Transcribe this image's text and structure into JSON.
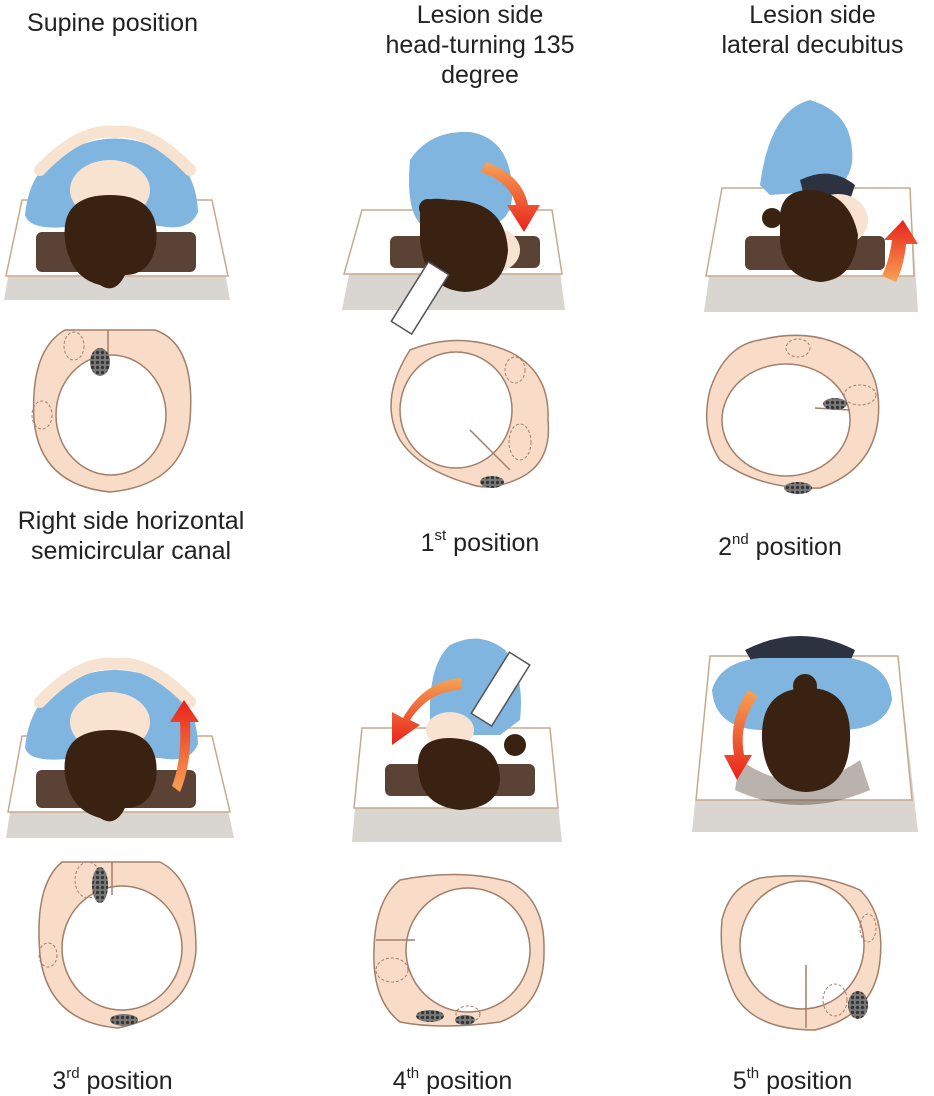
{
  "labels": {
    "supine": "Supine position",
    "head_turn_line1": "Lesion side",
    "head_turn_line2": "head-turning 135",
    "head_turn_line3": "degree",
    "decubitus_line1": "Lesion side",
    "decubitus_line2": "lateral decubitus",
    "canal_line1": "Right side horizontal",
    "canal_line2": "semicircular canal",
    "pos1_num": "1",
    "pos1_sup": "st",
    "pos2_num": "2",
    "pos2_sup": "nd",
    "pos3_num": "3",
    "pos3_sup": "rd",
    "pos4_num": "4",
    "pos4_sup": "th",
    "pos5_num": "5",
    "pos5_sup": "th",
    "position_word": " position"
  },
  "colors": {
    "mattress": "#d9d5d1",
    "mattress_top": "#ffffff",
    "pillow": "#5a4234",
    "shirt": "#7fb5de",
    "shirt_dark": "#5b93c4",
    "skin": "#f7e3cf",
    "hair": "#3a2212",
    "canal_fill": "#f8dcc8",
    "canal_stroke": "#a27f6a",
    "otolith": "#555555",
    "arrow_start": "#f7a254",
    "arrow_end": "#e8221a",
    "device": "#ffffff"
  }
}
